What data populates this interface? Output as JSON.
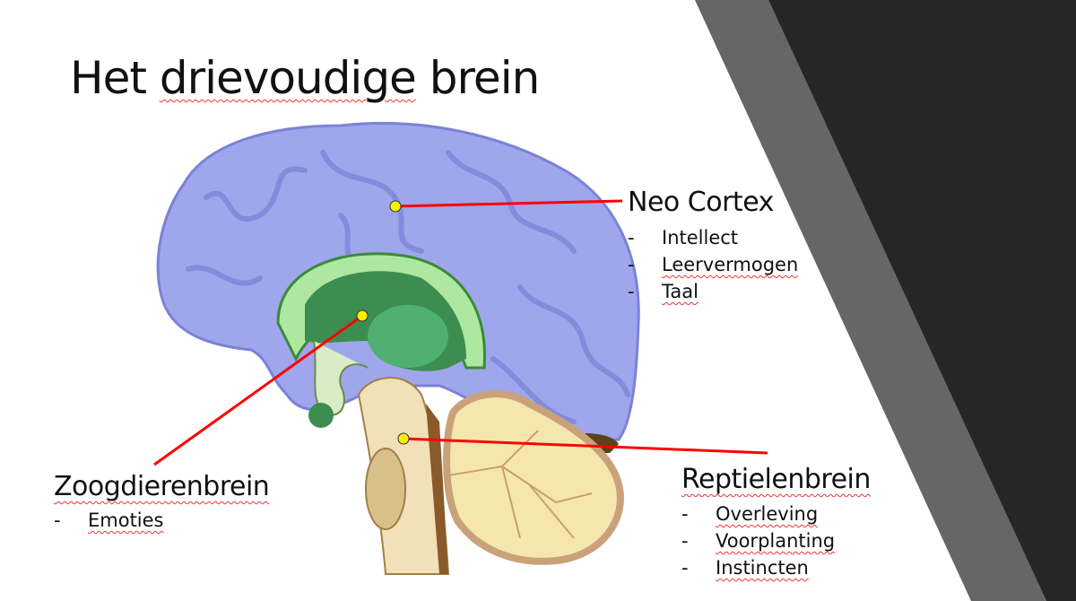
{
  "slide": {
    "title_words": [
      "Het",
      "drievoudige",
      "brein"
    ],
    "colors": {
      "accent_line": "#ff0000",
      "marker": "#ffee00",
      "band_gray": "#666666",
      "band_dark": "#262626"
    }
  },
  "labels": {
    "neo_cortex": {
      "title": "Neo Cortex",
      "items": [
        "Intellect",
        "Leervermogen",
        "Taal"
      ]
    },
    "zoogdierenbrein": {
      "title": "Zoogdierenbrein",
      "items": [
        "Emoties"
      ]
    },
    "reptielenbrein": {
      "title": "Reptielenbrein",
      "items": [
        "Overleving",
        "Voorplanting",
        "Instincten"
      ]
    }
  },
  "bullet": "-"
}
